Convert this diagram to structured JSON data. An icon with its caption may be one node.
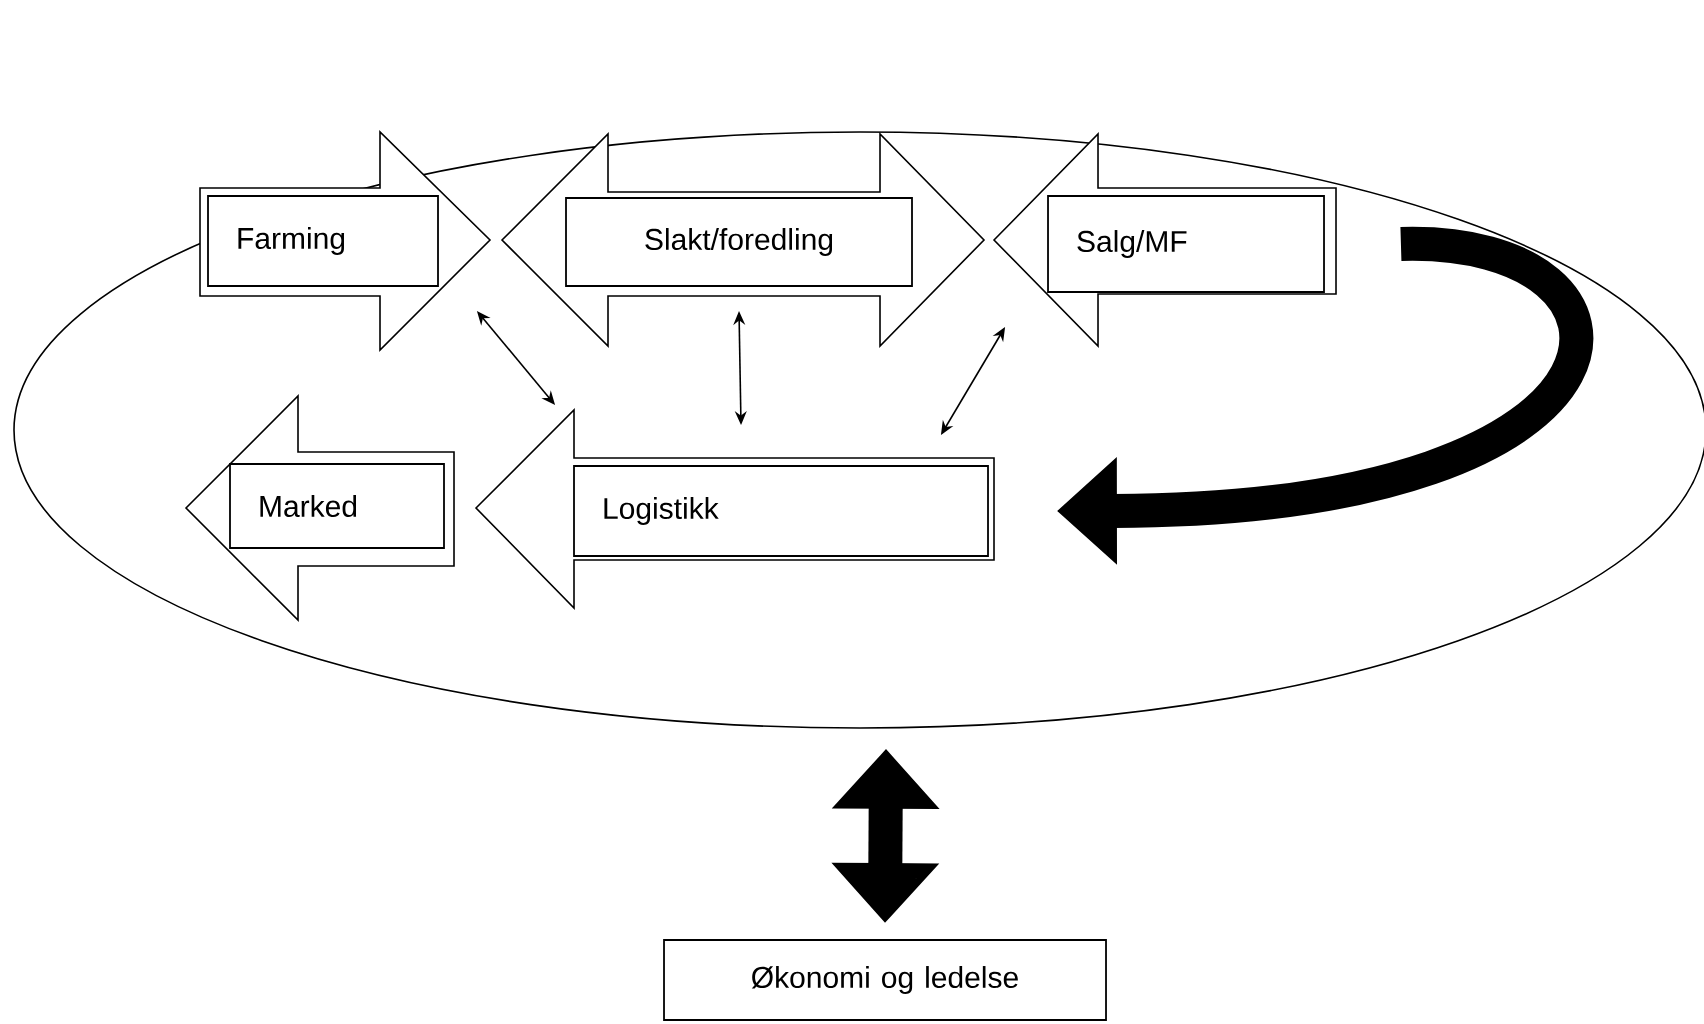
{
  "diagram": {
    "nodes": [
      {
        "text": [],
        "shape": "ellipse"
      },
      {
        "text": [
          "Farming"
        ],
        "in": 0
      },
      {
        "text": [
          "Slakt/foredling"
        ],
        "in": 0
      },
      {
        "text": [
          "Salg/MF"
        ],
        "in": 0
      },
      {
        "text": [
          "Marked"
        ],
        "in": 0
      },
      {
        "text": [
          "Logistikk"
        ],
        "in": 0
      },
      {
        "text": [
          "Økonomi og ledelse"
        ]
      }
    ],
    "edges": [
      {
        "from": 1,
        "to": 5,
        "arrow": "both"
      },
      {
        "from": 2,
        "to": 5,
        "arrow": "both"
      },
      {
        "from": 3,
        "to": 5,
        "arrow": "both"
      },
      {
        "from": 3,
        "to": 5,
        "arrow": "to",
        "style": "thick"
      },
      {
        "from": 0,
        "to": 6,
        "arrow": "both",
        "style": "thick"
      }
    ]
  }
}
